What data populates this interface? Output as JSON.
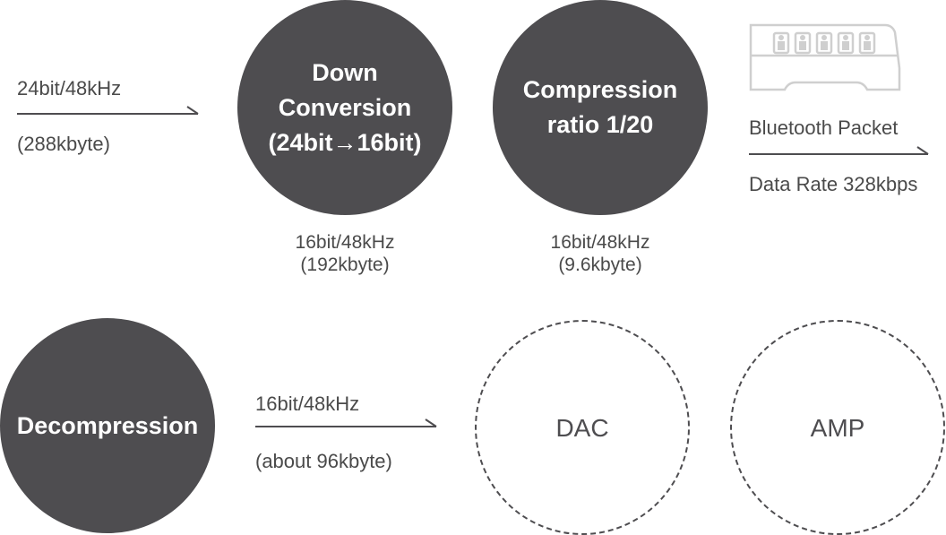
{
  "input": {
    "format": "24bit/48kHz",
    "size": "(288kbyte)"
  },
  "down_conversion": {
    "line1": "Down",
    "line2": "Conversion",
    "line3": "(24bit→16bit)",
    "output_format": "16bit/48kHz",
    "output_size": "(192kbyte)"
  },
  "compression": {
    "line1": "Compression",
    "line2": "ratio 1/20",
    "output_format": "16bit/48kHz",
    "output_size": "(9.6kbyte)"
  },
  "bluetooth": {
    "packet_label": "Bluetooth Packet",
    "data_rate": "Data Rate 328kbps"
  },
  "decompression": {
    "label": "Decompression",
    "output_format": "16bit/48kHz",
    "output_size": "(about 96kbyte)"
  },
  "dac": {
    "label": "DAC"
  },
  "amp": {
    "label": "AMP"
  },
  "colors": {
    "circle_fill": "#4e4d50",
    "text": "#4a4a4a",
    "circle_text": "#ffffff"
  }
}
